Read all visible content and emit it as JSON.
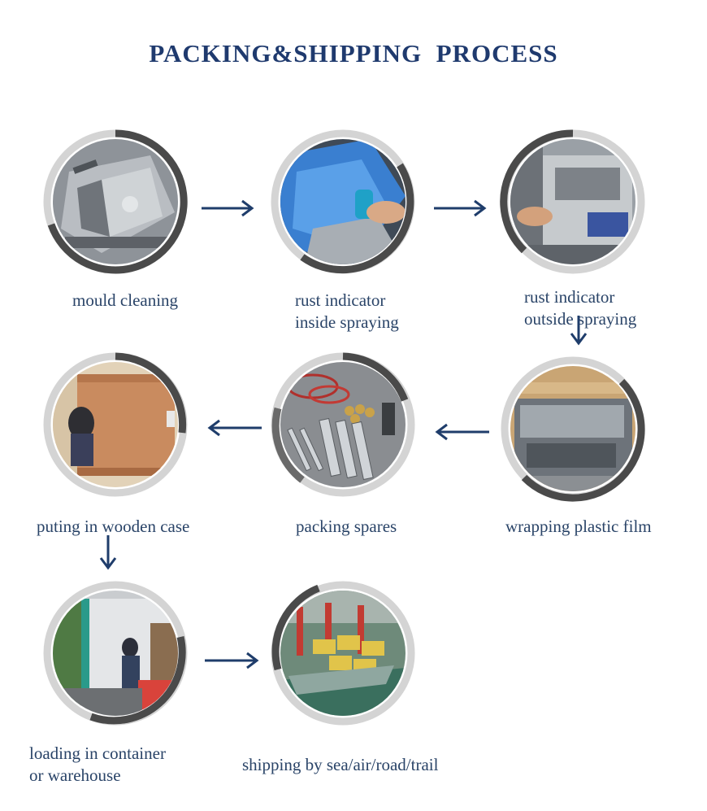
{
  "title": "PACKING&SHIPPING  PROCESS",
  "colors": {
    "title": "#1f3a6e",
    "arrow": "#1f3d6b",
    "ring_dark": "#4a4a4a",
    "ring_light": "#d4d4d4"
  },
  "steps": [
    {
      "label_lines": [
        "mould cleaning"
      ]
    },
    {
      "label_lines": [
        "rust indicator",
        "inside spraying"
      ]
    },
    {
      "label_lines": [
        "rust indicator",
        "outside spraying"
      ]
    },
    {
      "label_lines": [
        "wrapping plastic film"
      ]
    },
    {
      "label_lines": [
        "packing spares"
      ]
    },
    {
      "label_lines": [
        "puting in wooden case"
      ]
    },
    {
      "label_lines": [
        "loading in container",
        "or warehouse"
      ]
    },
    {
      "label_lines": [
        "shipping by sea/air/road/trail"
      ]
    }
  ],
  "arrows": [
    "right-arrow",
    "right-arrow",
    "down-arrow",
    "left-arrow",
    "left-arrow",
    "down-arrow",
    "right-arrow"
  ]
}
